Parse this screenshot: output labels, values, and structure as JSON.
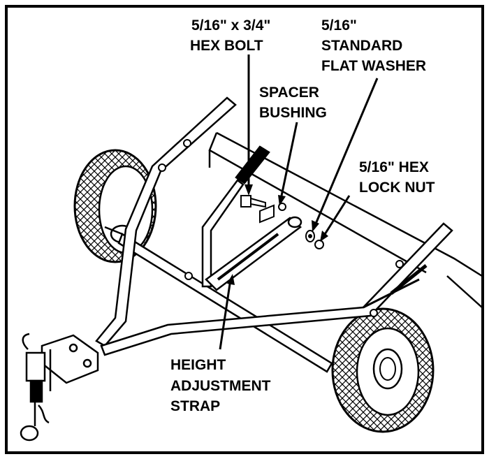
{
  "labels": {
    "bolt_line1": "5/16\" x 3/4\"",
    "bolt_line2": "HEX BOLT",
    "washer_line1": "5/16\"",
    "washer_line2": "STANDARD",
    "washer_line3": "FLAT WASHER",
    "spacer_line1": "SPACER",
    "spacer_line2": "BUSHING",
    "nut_line1": "5/16\" HEX",
    "nut_line2": "LOCK NUT",
    "strap_line1": "HEIGHT",
    "strap_line2": "ADJUSTMENT",
    "strap_line3": "STRAP"
  },
  "colors": {
    "ink": "#000000",
    "paper": "#ffffff",
    "fill": "#e8e8e8"
  }
}
